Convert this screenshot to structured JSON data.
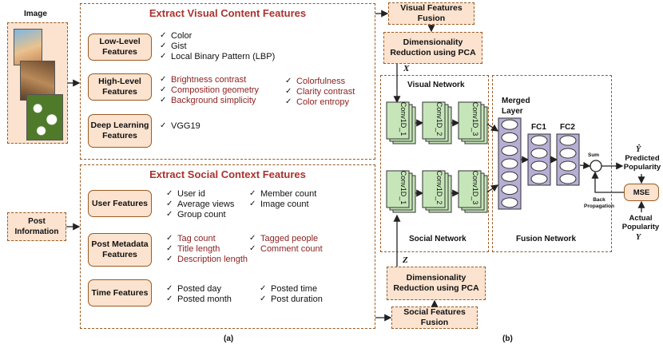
{
  "image_label": "Image",
  "post_information": "Post Information",
  "visual_section": {
    "title": "Extract Visual Content Features",
    "groups": [
      {
        "label": "Low-Level Features",
        "items": [
          "Color",
          "Gist",
          "Local Binary Pattern (LBP)"
        ]
      },
      {
        "label": "High-Level Features",
        "items_col1": [
          "Brightness contrast",
          "Composition geometry",
          "Background simplicity"
        ],
        "items_col2": [
          "Colorfulness",
          "Clarity contrast",
          "Color entropy"
        ]
      },
      {
        "label": "Deep Learning Features",
        "items": [
          "VGG19"
        ]
      }
    ]
  },
  "social_section": {
    "title": "Extract Social Context Features",
    "groups": [
      {
        "label": "User Features",
        "items_col1": [
          "User id",
          "Average views",
          "Group count"
        ],
        "items_col2": [
          "Member count",
          "Image count"
        ]
      },
      {
        "label": "Post Metadata Features",
        "items_col1": [
          "Tag count",
          "Title length",
          "Description length"
        ],
        "items_col2": [
          "Tagged people",
          "Comment count"
        ]
      },
      {
        "label": "Time Features",
        "items_col1": [
          "Posted day",
          "Posted month"
        ],
        "items_col2": [
          "Posted time",
          "Post duration"
        ]
      }
    ]
  },
  "visual_fusion": "Visual Features Fusion",
  "pca_top": "Dimensionality Reduction using PCA",
  "pca_bottom": "Dimensionality Reduction using PCA",
  "social_fusion": "Social Features Fusion",
  "x_label": "X",
  "z_label": "Z",
  "visual_network": {
    "title": "Visual Network",
    "layers": [
      "Conv1D_1",
      "Conv1D_2",
      "Conv1D_3"
    ]
  },
  "social_network": {
    "title": "Social Network",
    "layers": [
      "Conv1D_1",
      "Conv1D_2",
      "Conv1D_3"
    ]
  },
  "fusion": {
    "title": "Fusion Network",
    "merged": "Merged Layer",
    "fc1": "FC1",
    "fc2": "FC2",
    "sum": "Sum"
  },
  "predicted": {
    "symbol": "Ŷ",
    "label": "Predicted Popularity"
  },
  "actual": {
    "label": "Actual Popularity",
    "symbol": "Y"
  },
  "mse": "MSE",
  "back_propagation": "Back Propagation",
  "caption_a": "(a)",
  "caption_b": "(b)",
  "check": "✓",
  "colors": {
    "border": "#9a5a22",
    "fill": "#fbe3cf",
    "title_red": "#a8322e",
    "feature_red": "#8e2222",
    "layer_green": "#c6e6b9",
    "layer_purple": "#b6aed4"
  }
}
